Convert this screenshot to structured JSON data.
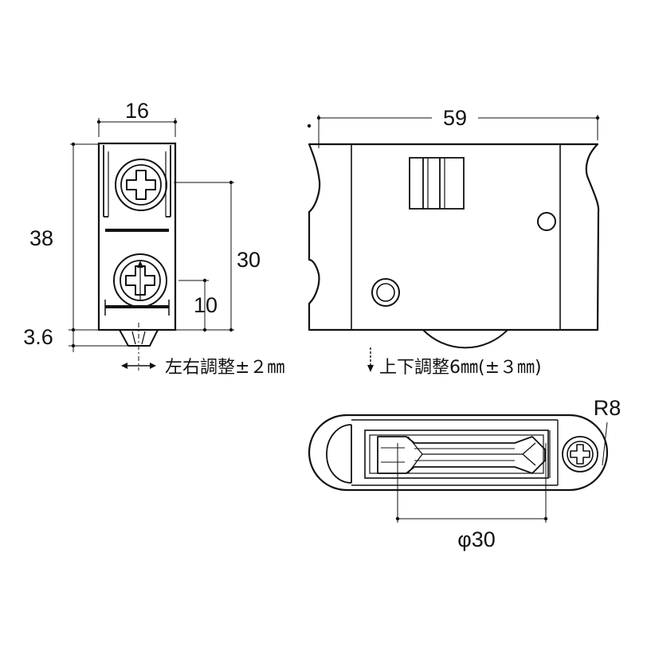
{
  "dimensions": {
    "width_16": "16",
    "height_38": "38",
    "height_30": "30",
    "height_10": "10",
    "offset_3_6": "3.6",
    "length_59": "59",
    "radius_r8": "R8",
    "wheel_diameter": "φ30"
  },
  "notes": {
    "lateral_adjust": "左右調整±２㎜",
    "vertical_adjust": "上下調整6㎜(±３㎜)"
  }
}
